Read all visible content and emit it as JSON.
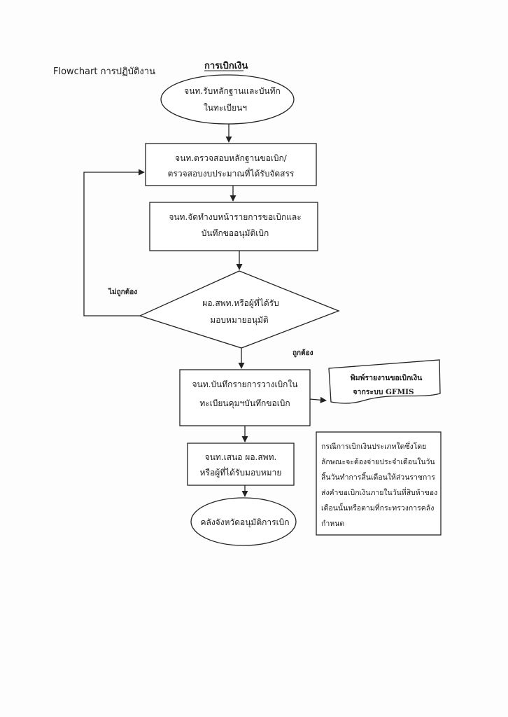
{
  "header": {
    "left_title": "Flowchart การปฏิบัติงาน",
    "center_title": "การเบิกเงิน"
  },
  "nodes": {
    "start": [
      "จนท.รับหลักฐานและบันทึก",
      "ในทะเบียนฯ"
    ],
    "check": [
      "จนท.ตรวจสอบหลักฐานขอเบิก/",
      "ตรวจสอบงบประมาณที่ได้รับจัดสรร"
    ],
    "prepare": [
      "จนท.จัดทำงบหน้ารายการขอเบิกและ",
      "บันทึกขออนุมัติเบิก"
    ],
    "decision": [
      "ผอ.สพท.หรือผู้ที่ได้รับ",
      "มอบหมายอนุมัติ"
    ],
    "record": [
      "จนท.บันทึกรายการวางเบิกใน",
      "ทะเบียนคุมฯบันทึกขอเบิก"
    ],
    "present": [
      "จนท.เสนอ ผอ.สพท.",
      "หรือผู้ที่ได้รับมอบหมาย"
    ],
    "end": [
      "คลังจังหวัดอนุมัติการเบิก"
    ]
  },
  "labels": {
    "not_correct": "ไม่ถูกต้อง",
    "correct": "ถูกต้อง"
  },
  "document": [
    "พิมพ์รายงานขอเบิกเงิน",
    "จากระบบ GFMIS"
  ],
  "note": [
    "กรณีการเบิกเงินประเภทใดซึ่งโดย",
    "ลักษณะจะต้องจ่ายประจำเดือนในวัน",
    "สิ้นวันทำการสิ้นเดือนให้ส่วนราชการ",
    "ส่งคำขอเบิกเงินภายในวันที่สิบห้าของ",
    "เดือนนั้นหรือตามที่กระทรวงการคลัง",
    "กำหนด"
  ]
}
